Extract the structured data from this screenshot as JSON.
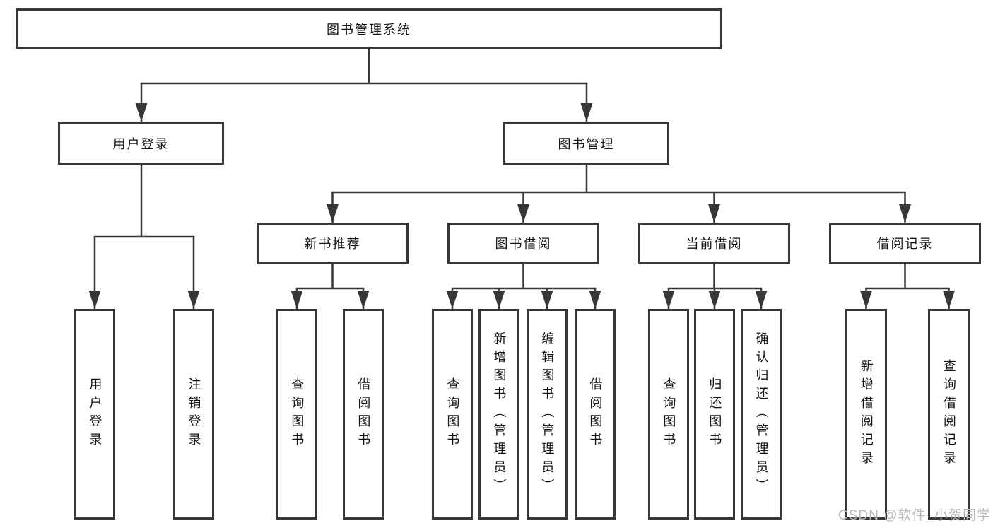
{
  "diagram": {
    "root": {
      "label": "图书管理系统"
    },
    "branches": [
      {
        "label": "用户登录",
        "children": [
          {
            "label": "用户登录"
          },
          {
            "label": "注销登录"
          }
        ]
      },
      {
        "label": "图书管理",
        "children": [
          {
            "label": "新书推荐",
            "children": [
              {
                "label": "查询图书"
              },
              {
                "label": "借阅图书"
              }
            ]
          },
          {
            "label": "图书借阅",
            "children": [
              {
                "label": "查询图书"
              },
              {
                "label": "新增图书（管理员）"
              },
              {
                "label": "编辑图书（管理员）"
              },
              {
                "label": "借阅图书"
              }
            ]
          },
          {
            "label": "当前借阅",
            "children": [
              {
                "label": "查询图书"
              },
              {
                "label": "归还图书"
              },
              {
                "label": "确认归还（管理员）"
              }
            ]
          },
          {
            "label": "借阅记录",
            "children": [
              {
                "label": "新增借阅记录"
              },
              {
                "label": "查询借阅记录"
              }
            ]
          }
        ]
      }
    ]
  },
  "watermark": {
    "text": "CSDN @软件_小贺同学"
  },
  "colors": {
    "background": "#ffffff",
    "line": "#373737",
    "text": "#141414",
    "watermark": "#b8b8b8"
  }
}
